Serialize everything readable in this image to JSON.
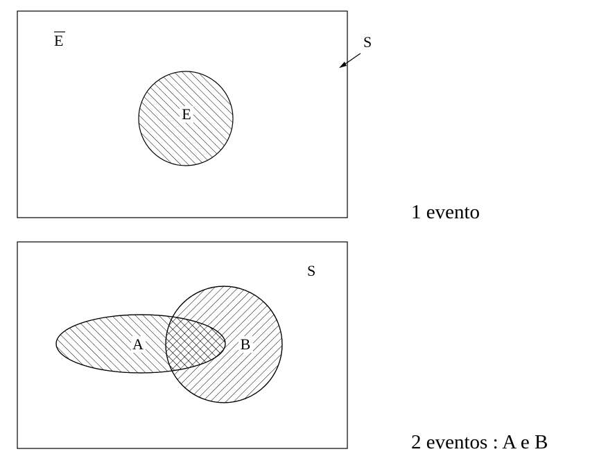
{
  "diagram_one": {
    "complement_label": "E",
    "event_label": "E",
    "space_label": "S",
    "caption": "1 evento"
  },
  "diagram_two": {
    "space_label": "S",
    "event_a_label": "A",
    "event_b_label": "B",
    "caption": "2 eventos : A e B"
  },
  "colors": {
    "line": "#000000",
    "background": "#ffffff"
  }
}
